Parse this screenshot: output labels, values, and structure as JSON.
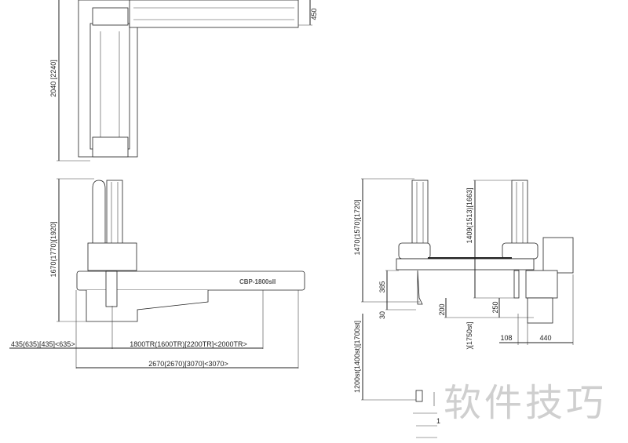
{
  "top_view": {
    "dim_width": "450",
    "dim_height": "2040 [2240]"
  },
  "front_view": {
    "dim_height": "1670(1770)[1920]",
    "dim_offset": "435(635)[435]<635>",
    "dim_traverse": "1800TR(1600TR)[2200TR]<2000TR>",
    "dim_total": "2670(2670)[3070]<3070>",
    "model_logo": "CBP-1800sII"
  },
  "side_view": {
    "dim_left_height": "1470(1570)[1720]",
    "dim_right_height": "1409(1513)[1663]",
    "dim_385": "385",
    "dim_30": "30",
    "dim_200": "200",
    "dim_250": "250",
    "dim_108": "108",
    "dim_440": "440",
    "dim_stroke": "1200st(1400st)[1700st]",
    "dim_stroke_right": ")[1750st]",
    "dim_1": "1"
  },
  "watermark": "软件技巧"
}
